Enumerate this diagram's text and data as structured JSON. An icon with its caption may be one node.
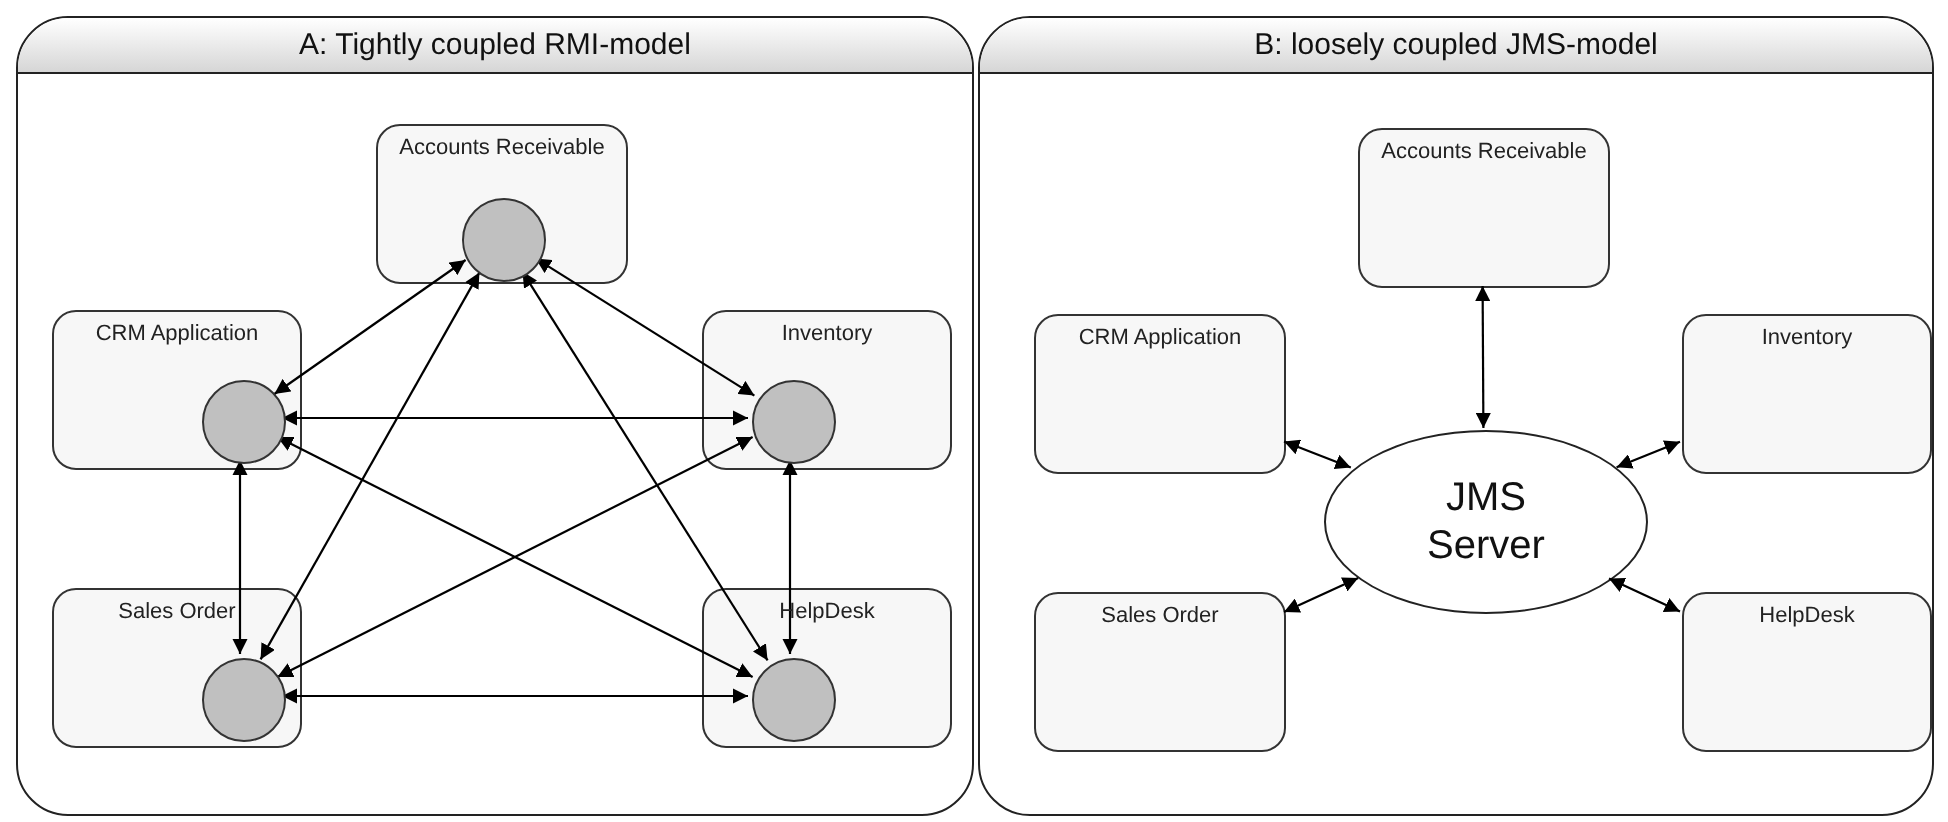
{
  "diagram": {
    "nodes": [
      {
        "text": [
          "A: Tightly coupled RMI-model"
        ]
      },
      {
        "text": [
          "Accounts Receivable"
        ],
        "in": 0
      },
      {
        "text": [],
        "shape": "circle",
        "in": 1
      },
      {
        "text": [
          "CRM Application"
        ],
        "in": 0
      },
      {
        "text": [],
        "shape": "circle",
        "in": 3
      },
      {
        "text": [
          "Inventory"
        ],
        "in": 0
      },
      {
        "text": [],
        "shape": "circle",
        "in": 5
      },
      {
        "text": [
          "Sales Order"
        ],
        "in": 0
      },
      {
        "text": [],
        "shape": "circle",
        "in": 7
      },
      {
        "text": [
          "HelpDesk"
        ],
        "in": 0
      },
      {
        "text": [],
        "shape": "circle",
        "in": 9
      },
      {
        "text": [
          "B: loosely coupled JMS-model"
        ]
      },
      {
        "text": [
          "Accounts Receivable"
        ],
        "in": 11
      },
      {
        "text": [
          "CRM Application"
        ],
        "in": 11
      },
      {
        "text": [
          "JMS Server"
        ],
        "in": 11
      },
      {
        "text": [
          "Inventory"
        ],
        "in": 11
      },
      {
        "text": [
          "Sales Order"
        ],
        "in": 11
      },
      {
        "text": [
          "HelpDesk"
        ],
        "in": 11
      }
    ],
    "edges": [
      {
        "from": 2,
        "to": 4,
        "arrow": "both"
      },
      {
        "from": 2,
        "to": 6,
        "arrow": "both"
      },
      {
        "from": 2,
        "to": 8,
        "arrow": "both"
      },
      {
        "from": 2,
        "to": 10,
        "arrow": "both"
      },
      {
        "from": 4,
        "to": 6,
        "arrow": "both"
      },
      {
        "from": 4,
        "to": 8,
        "arrow": "both"
      },
      {
        "from": 4,
        "to": 10,
        "arrow": "both"
      },
      {
        "from": 6,
        "to": 8,
        "arrow": "both"
      },
      {
        "from": 6,
        "to": 10,
        "arrow": "both"
      },
      {
        "from": 8,
        "to": 10,
        "arrow": "both"
      },
      {
        "from": 12,
        "to": 14,
        "arrow": "both"
      },
      {
        "from": 13,
        "to": 14,
        "arrow": "both"
      },
      {
        "from": 15,
        "to": 14,
        "arrow": "both"
      },
      {
        "from": 16,
        "to": 14,
        "arrow": "both"
      },
      {
        "from": 17,
        "to": 14,
        "arrow": "both"
      }
    ]
  }
}
